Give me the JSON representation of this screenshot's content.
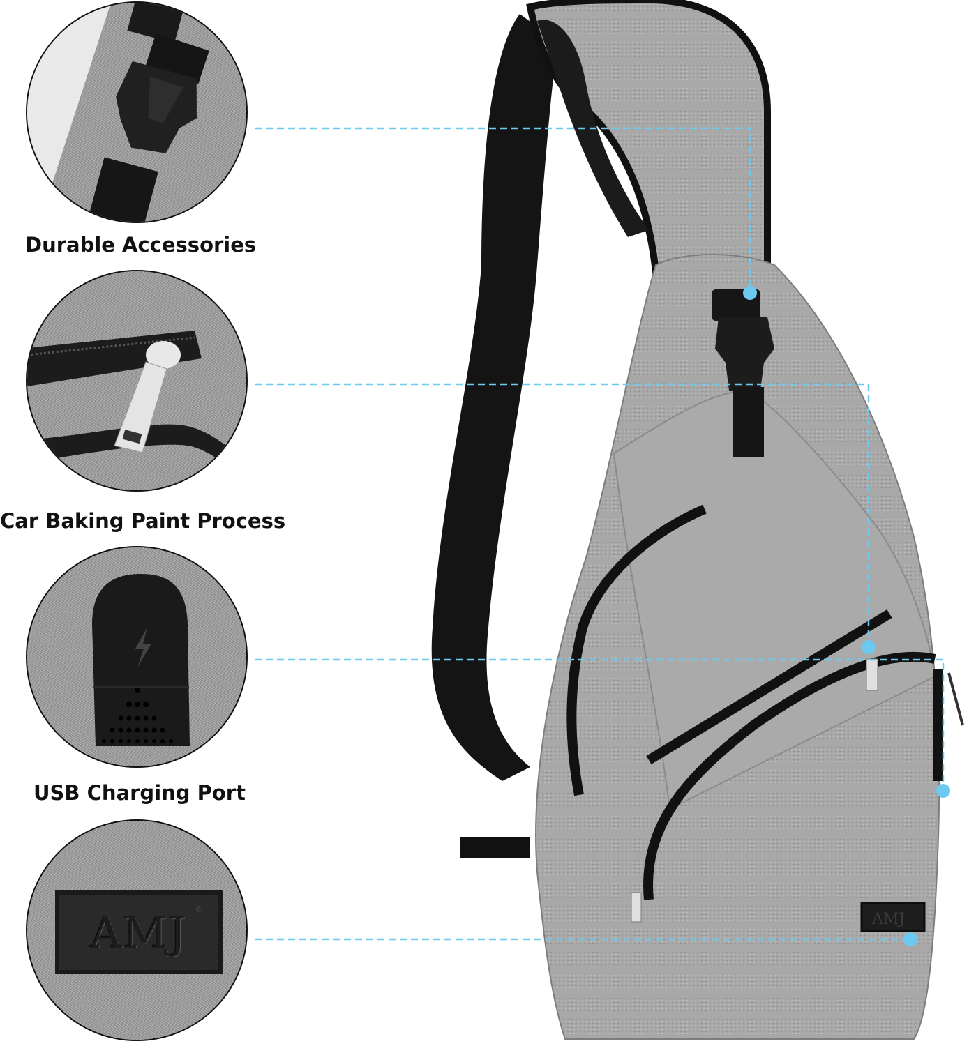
{
  "features": [
    {
      "label": "Durable Accessories",
      "icon": "buckle-icon"
    },
    {
      "label": "Car Baking Paint Process",
      "icon": "zipper-pull-icon"
    },
    {
      "label": "USB Charging Port",
      "icon": "usb-port-icon"
    },
    {
      "label": "AMJ",
      "icon": "brand-patch-icon",
      "trademark": "®"
    }
  ],
  "bag": {
    "patch_text": "AMJ"
  },
  "colors": {
    "connector": "#6ec9f0",
    "fabric": "#a4a4a4",
    "strap": "#111111",
    "background": "#ffffff"
  }
}
